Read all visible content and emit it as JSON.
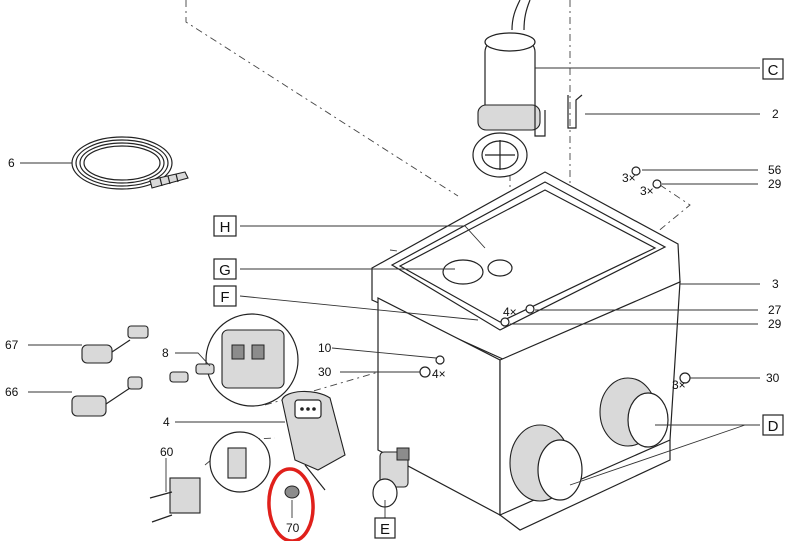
{
  "callouts": {
    "c_box": "C",
    "h_box": "H",
    "g_box": "G",
    "f_box": "F",
    "d_box": "D",
    "e_box": "E",
    "n2": "2",
    "n3": "3",
    "n4": "4",
    "n6": "6",
    "n8": "8",
    "n10": "10",
    "n27": "27",
    "n29a": "29",
    "n29b": "29",
    "n30a": "30",
    "n30b": "30",
    "n56": "56",
    "n60": "60",
    "n66": "66",
    "n67": "67",
    "n70": "70"
  },
  "quantities": {
    "q_56": "3×",
    "q_29": "3×",
    "q_27": "4×",
    "q_10": "4×",
    "q_30": "3×"
  },
  "colors": {
    "line": "#222222",
    "highlight_circle": "#e0201b",
    "part_fill": "#d9d9d9"
  }
}
